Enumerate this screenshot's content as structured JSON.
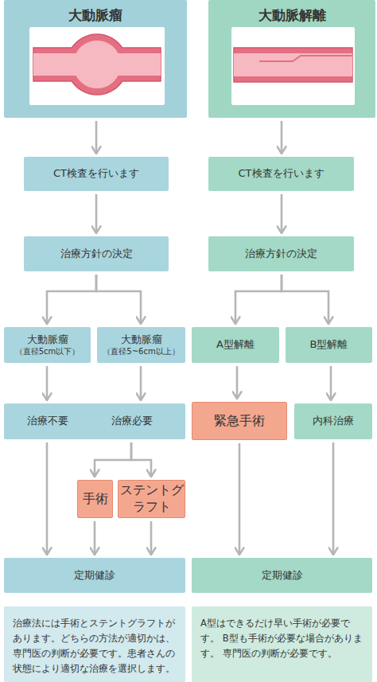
{
  "diagram": {
    "nodes": [
      {
        "text": [
          "大動脈瘤"
        ]
      },
      {
        "text": [
          "大動脈解離"
        ]
      },
      {
        "text": [
          "CT検査を行います"
        ]
      },
      {
        "text": [
          "CT検査を行います"
        ]
      },
      {
        "text": [
          "治療方針の決定"
        ]
      },
      {
        "text": [
          "治療方針の決定"
        ]
      },
      {
        "text": [
          "大動脈瘤",
          "（直径5cm以下）"
        ]
      },
      {
        "text": [
          "大動脈瘤",
          "（直径5~6cm以上）"
        ]
      },
      {
        "text": [
          "A型解離"
        ]
      },
      {
        "text": [
          "B型解離"
        ]
      },
      {
        "text": [
          "治療不要"
        ]
      },
      {
        "text": [
          "治療必要"
        ]
      },
      {
        "text": [
          "緊急手術"
        ]
      },
      {
        "text": [
          "内科治療"
        ]
      },
      {
        "text": [
          "手術"
        ]
      },
      {
        "text": [
          "ステントグラフト"
        ]
      },
      {
        "text": [
          "定期健診"
        ]
      },
      {
        "text": [
          "定期健診"
        ]
      },
      {
        "text": [
          "治療法には手術とステントグラフトがあります。どちらの方法が適切かは、専門医の判断が必要です。患者さんの状態により適切な治療を選択します。"
        ]
      },
      {
        "text": [
          "A型はできるだけ早い手術が必要です。 B型も手術が必要な場合があります。 専門医の判断が必要です。"
        ]
      }
    ],
    "edges": [
      {
        "from": 0,
        "to": 2,
        "arrow": "to"
      },
      {
        "from": 1,
        "to": 3,
        "arrow": "to"
      },
      {
        "from": 2,
        "to": 4,
        "arrow": "to"
      },
      {
        "from": 3,
        "to": 5,
        "arrow": "to"
      },
      {
        "from": 4,
        "to": 6,
        "arrow": "to"
      },
      {
        "from": 4,
        "to": 7,
        "arrow": "to"
      },
      {
        "from": 5,
        "to": 8,
        "arrow": "to"
      },
      {
        "from": 5,
        "to": 9,
        "arrow": "to"
      },
      {
        "from": 6,
        "to": 10,
        "arrow": "to"
      },
      {
        "from": 7,
        "to": 11,
        "arrow": "to"
      },
      {
        "from": 8,
        "to": 12,
        "arrow": "to"
      },
      {
        "from": 9,
        "to": 13,
        "arrow": "to"
      },
      {
        "from": 11,
        "to": 14,
        "arrow": "to"
      },
      {
        "from": 11,
        "to": 15,
        "arrow": "to"
      },
      {
        "from": 10,
        "to": 16,
        "arrow": "to"
      },
      {
        "from": 14,
        "to": 16,
        "arrow": "to"
      },
      {
        "from": 15,
        "to": 16,
        "arrow": "to"
      },
      {
        "from": 12,
        "to": 17,
        "arrow": "to"
      },
      {
        "from": 13,
        "to": 17,
        "arrow": "to"
      }
    ]
  }
}
